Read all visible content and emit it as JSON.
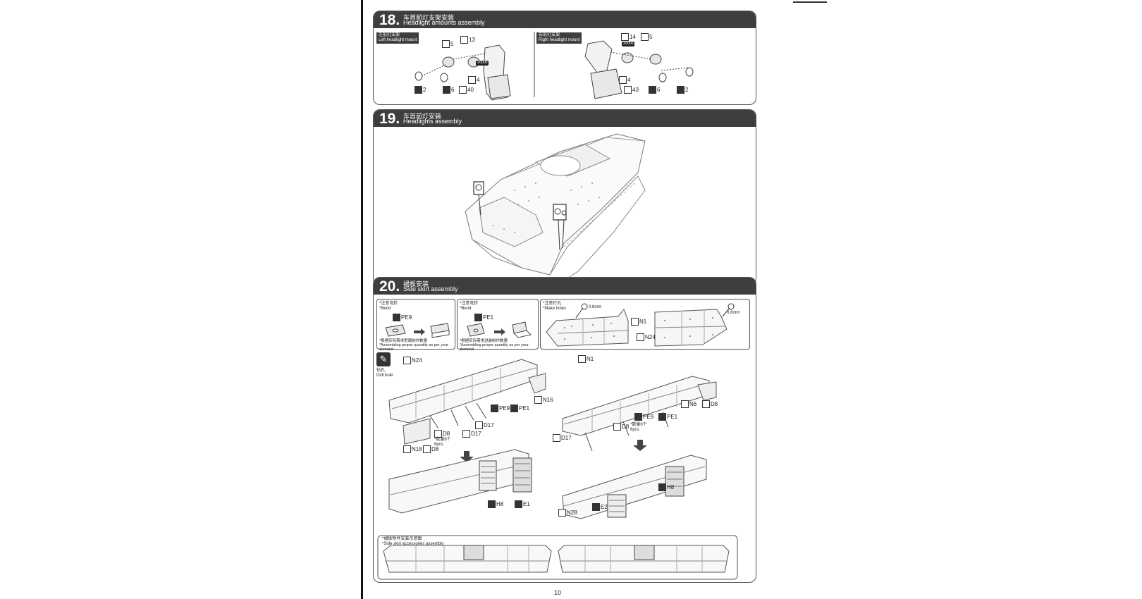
{
  "page_number": "10",
  "steps": {
    "s18": {
      "number": "18.",
      "title_cn": "车首前灯支架安装",
      "title_en": "Headlight amounts assembly",
      "left_label_cn": "左前灯支架",
      "left_label_en": "Left headlight mount",
      "right_label_cn": "右前灯支架",
      "right_label_en": "Right headlight mount",
      "left_parts": [
        "13",
        "5",
        "4",
        "2",
        "6",
        "40"
      ],
      "right_parts": [
        "14",
        "5",
        "4",
        "43",
        "6",
        "2"
      ],
      "tag": "X0000"
    },
    "s19": {
      "number": "19.",
      "title_cn": "车首前灯安装",
      "title_en": "Headlights assembly"
    },
    "s20": {
      "number": "20.",
      "title_cn": "裙板安装",
      "title_en": "Side skirt assembly",
      "note1_title_cn": "*注意弯折",
      "note1_title_en": "*Bend",
      "note1_part": "PE9",
      "note1_foot_cn": "*根据实际需求把裁制作数量",
      "note1_foot_en": "*Assembling proper quantity as per your demand",
      "note2_title_cn": "*注意弯折",
      "note2_title_en": "*Bend",
      "note2_part": "PE1",
      "note2_foot_cn": "*根据实际需求进装制作数量",
      "note2_foot_en": "*Assembling proper quantity as per your demand",
      "note3_title_cn": "*注意打孔",
      "note3_title_en": "*Make holes",
      "hole_size": "0.8mm",
      "note3_parts": [
        "N1",
        "N24"
      ],
      "drill_cn": "钻孔",
      "drill_en": "Drill hole",
      "left_parts": [
        "N24",
        "N16",
        "PE9",
        "PE1",
        "D17",
        "D17",
        "D8",
        "N18",
        "D8",
        "H8",
        "E1"
      ],
      "right_parts": [
        "N1",
        "N6",
        "D8",
        "PE9",
        "PE1",
        "D8",
        "D17",
        "H8",
        "N28",
        "E2"
      ],
      "qty_cn": "*数量6个",
      "qty_en": "6pcs",
      "bottom_title_cn": "*裙板附件安装示意图",
      "bottom_title_en": "*Side skirt accessories assembly"
    }
  }
}
